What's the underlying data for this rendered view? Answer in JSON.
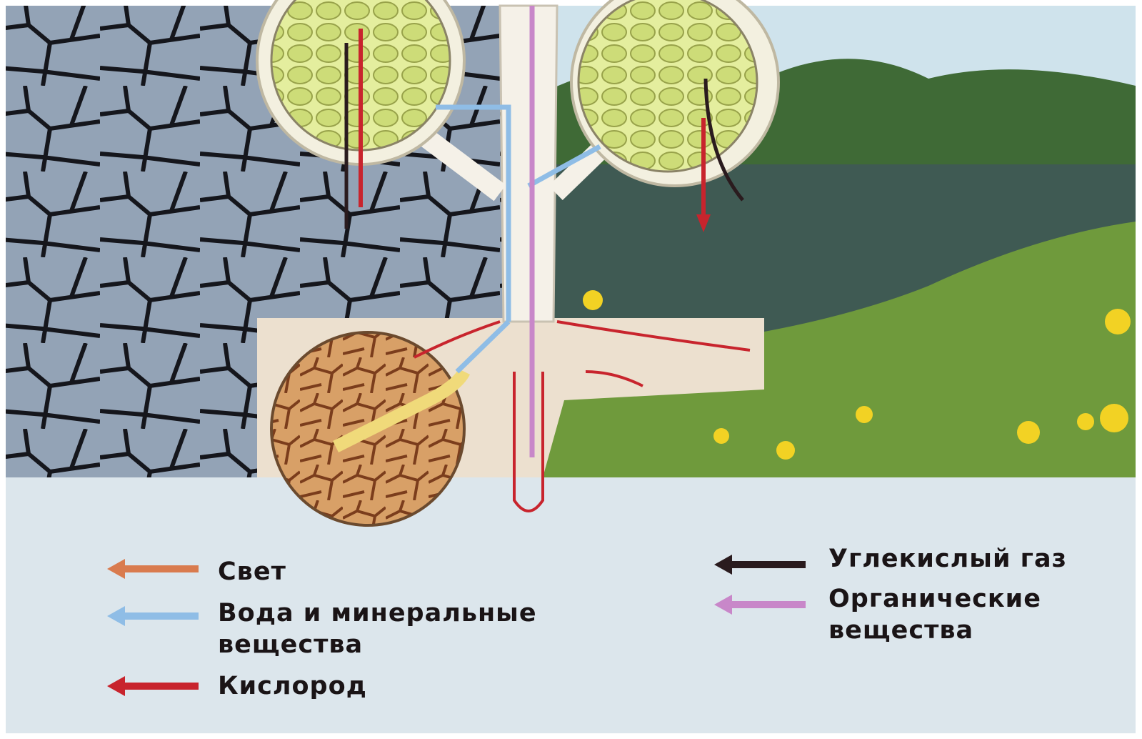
{
  "colors": {
    "light": "#d97b4e",
    "water": "#8fbde6",
    "oxygen": "#c8242d",
    "co2": "#2a1b1e",
    "organic": "#c887c9",
    "panel": "#dce6ec",
    "soil_dry": "#8d9fb3",
    "water_body": "#3f5a53",
    "grass": "#6f9a3c",
    "sky": "#cfe3ec",
    "root_zone": "#ece0cf"
  },
  "legend": {
    "light": {
      "label": "Свет",
      "arrow_color": "#d97b4e"
    },
    "water": {
      "label_line1": "Вода и минеральные",
      "label_line2": "вещества",
      "arrow_color": "#8fbde6"
    },
    "oxygen": {
      "label": "Кислород",
      "arrow_color": "#c8242d"
    },
    "co2": {
      "label": "Углекислый газ",
      "arrow_color": "#2a1b1e"
    },
    "organic": {
      "label_line1": "Органические",
      "label_line2": "вещества",
      "arrow_color": "#c887c9"
    }
  },
  "icons": [
    "leaf-cells-magnified",
    "root-soil-magnified",
    "cracked-dry-soil",
    "river-landscape",
    "yellow-flowers"
  ]
}
